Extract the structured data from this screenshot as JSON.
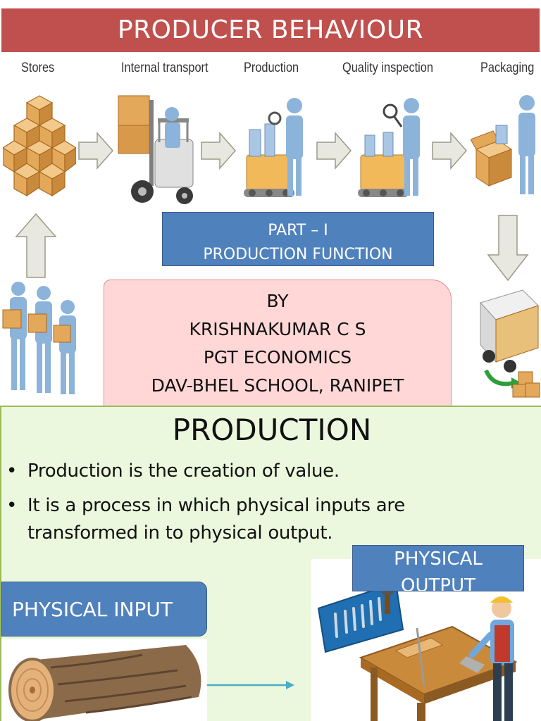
{
  "slide1": {
    "title": "PRODUCER BEHAVIOUR",
    "steps": [
      {
        "label": "Stores"
      },
      {
        "label": "Internal transport"
      },
      {
        "label": "Production"
      },
      {
        "label": "Quality inspection"
      },
      {
        "label": "Packaging"
      }
    ],
    "part_box": {
      "line1": "PART – I",
      "line2": "PRODUCTION FUNCTION"
    },
    "author_box": {
      "line1": "BY",
      "line2": "KRISHNAKUMAR C S",
      "line3": "PGT ECONOMICS",
      "line4": "DAV-BHEL SCHOOL, RANIPET"
    },
    "colors": {
      "title_bg": "#c0504d",
      "blue_box": "#4f81bd",
      "pink_box": "#ffd7d7",
      "box_cardboard": "#e3a85a",
      "worker_blue": "#8cb3d9",
      "arrow_fill": "#e8e8e0"
    }
  },
  "slide2": {
    "title": "PRODUCTION",
    "bullets": [
      "Production is the creation of value.",
      "It is a process in which physical inputs are transformed in to physical output."
    ],
    "input_label": "PHYSICAL INPUT",
    "output_label_line1": "PHYSICAL",
    "output_label_line2": "OUTPUT",
    "colors": {
      "background": "#ebf8dd",
      "arrow": "#4bacc6"
    },
    "icons": [
      "wood-log-icon",
      "carpenter-icon",
      "arrow-right-icon"
    ]
  }
}
